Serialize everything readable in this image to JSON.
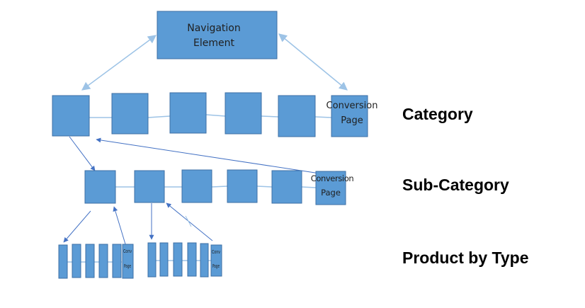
{
  "colors": {
    "box_fill": "#5b9bd5",
    "box_stroke": "#3d6fa5",
    "connector": "#9dc3e6",
    "arrow": "#4472c4"
  },
  "nav_element": {
    "line1": "Navigation",
    "line2": "Element"
  },
  "category": {
    "label": "Category",
    "conversion_line1": "Conversion",
    "conversion_line2": "Page"
  },
  "subcategory": {
    "label": "Sub-Category",
    "conversion_line1": "Conversion",
    "conversion_line2": "Page"
  },
  "product": {
    "label": "Product by Type",
    "left_group_text1": "Conv",
    "left_group_text2": "Page",
    "right_group_text1": "Conv",
    "right_group_text2": "Page"
  }
}
